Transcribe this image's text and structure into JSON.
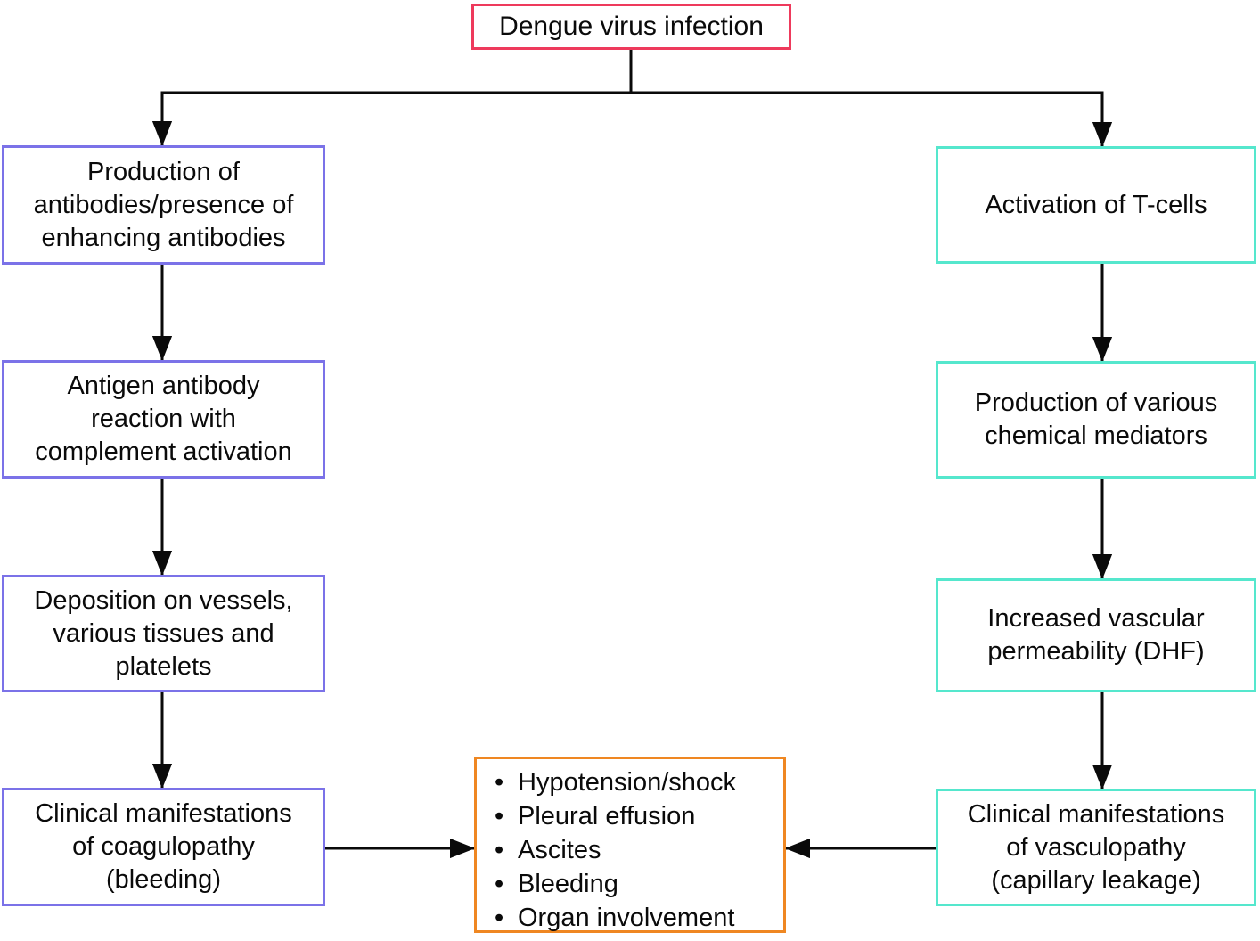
{
  "diagram": {
    "title_box": {
      "label": "Dengue virus infection"
    },
    "left_pathway": [
      "Production of antibodies/presence of enhancing antibodies",
      "Antigen antibody reaction with complement activation",
      "Deposition on vessels, various tissues and platelets",
      "Clinical manifestations of coagulopathy (bleeding)"
    ],
    "right_pathway": [
      "Activation of T-cells",
      "Production of various chemical mediators",
      "Increased vascular permeability (DHF)",
      "Clinical manifestations of vasculopathy (capillary leakage)"
    ],
    "outcomes": [
      "Hypotension/shock",
      "Pleural effusion",
      "Ascites",
      "Bleeding",
      "Organ involvement"
    ]
  },
  "colors": {
    "root_border": "#ee3a5c",
    "left_border": "#7b72e8",
    "right_border": "#55e7cd",
    "outcome_border": "#ef8722",
    "line": "#0a0a0a"
  }
}
